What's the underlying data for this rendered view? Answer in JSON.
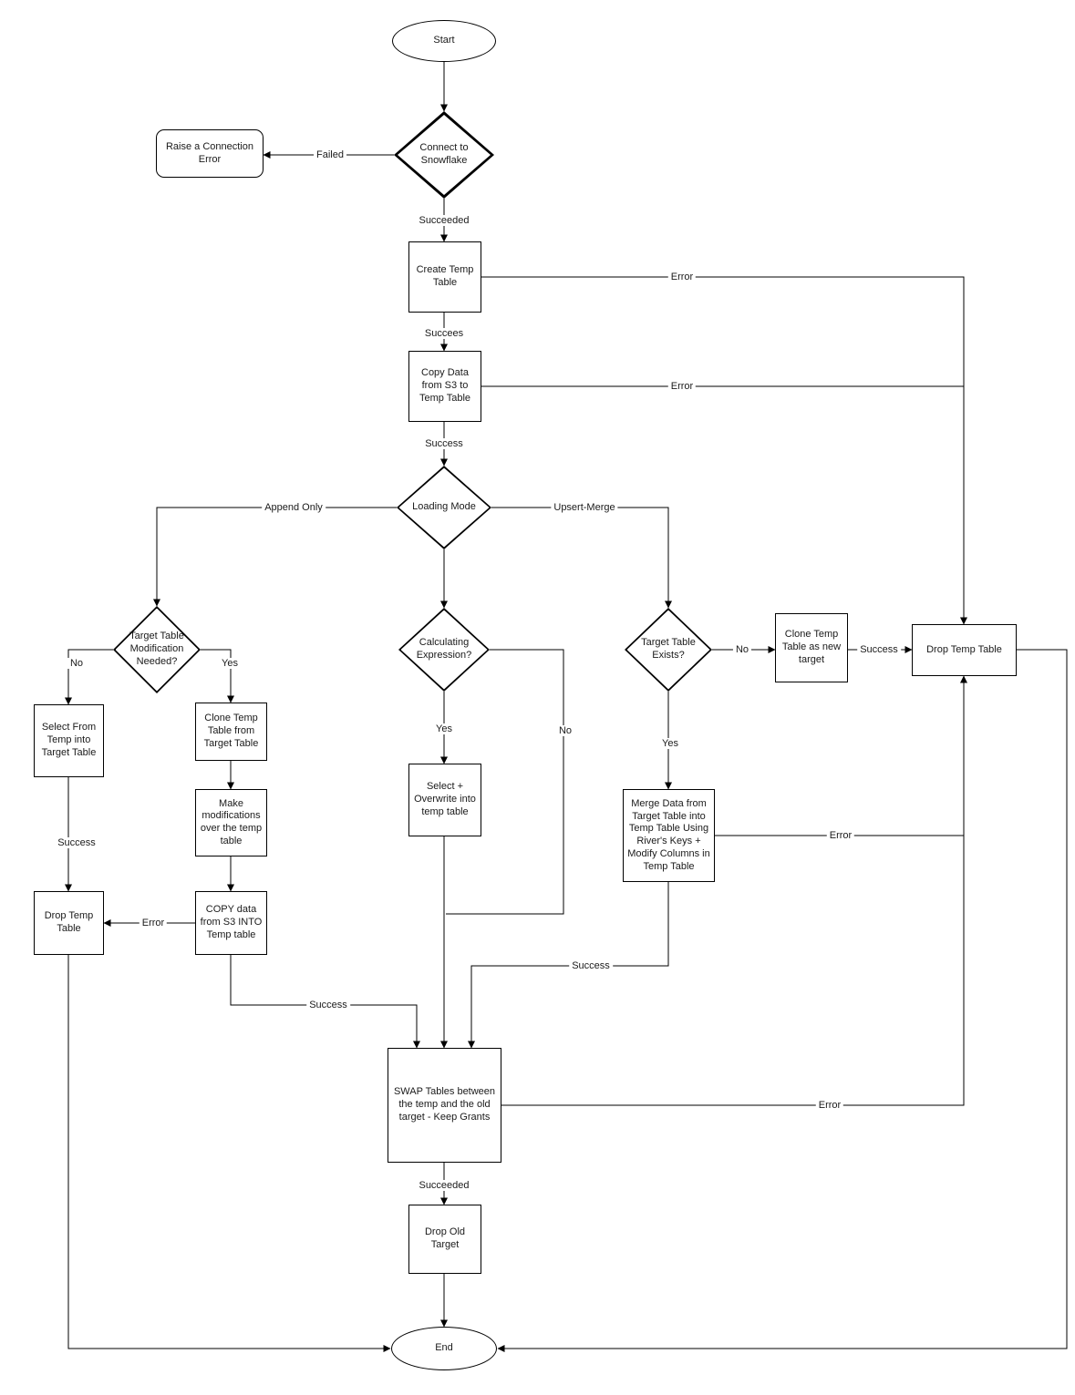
{
  "diagram": {
    "type": "flowchart",
    "background_color": "#ffffff",
    "stroke_color": "#000000",
    "nodes": {
      "start": "Start",
      "connect_snowflake": "Connect to Snowflake",
      "raise_connection_error": "Raise a Connection Error",
      "create_temp_table": "Create Temp Table",
      "copy_data_s3": "Copy Data from S3 to Temp Table",
      "loading_mode": "Loading Mode",
      "target_table_modification": "Target Table Modification Needed?",
      "calculating_expression": "Calculating Expression?",
      "target_table_exists": "Target Table Exists?",
      "clone_temp_new_target": "Clone Temp Table as new target",
      "drop_temp_table_right": "Drop Temp Table",
      "select_from_temp": "Select From Temp into Target Table",
      "clone_temp_from_target": "Clone Temp Table from Target Table",
      "make_modifications": "Make modifications over the temp table",
      "copy_s3_into_temp": "COPY data from S3 INTO Temp table",
      "drop_temp_table_left": "Drop Temp Table",
      "select_overwrite": "Select + Overwrite into temp table",
      "merge_data": "Merge Data from Target Table into Temp Table Using River's Keys + Modify Columns in Temp Table",
      "swap_tables": "SWAP Tables between the temp and the old target - Keep Grants",
      "drop_old_target": "Drop Old Target",
      "end": "End"
    },
    "edge_labels": {
      "failed": "Failed",
      "succeeded_top": "Succeeded",
      "error_create": "Error",
      "succees": "Succees",
      "error_copy": "Error",
      "success_copy": "Success",
      "append_only": "Append Only",
      "upsert_merge": "Upsert-Merge",
      "no_modification": "No",
      "yes_modification": "Yes",
      "yes_calc": "Yes",
      "no_calc": "No",
      "no_exists": "No",
      "success_clone": "Success",
      "yes_exists": "Yes",
      "success_select": "Success",
      "error_copy_into": "Error",
      "success_copy_into": "Success",
      "success_merge": "Success",
      "error_merge": "Error",
      "error_swap": "Error",
      "succeeded_swap": "Succeeded"
    }
  }
}
